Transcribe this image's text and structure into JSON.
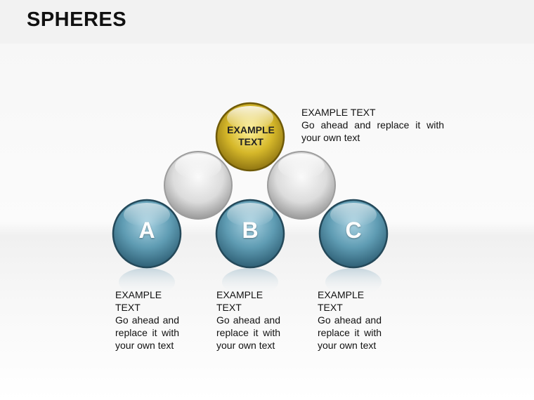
{
  "title": "SPHERES",
  "top_sphere": {
    "label": "EXAMPLE TEXT",
    "caption_heading": "EXAMPLE TEXT",
    "caption_body": "Go ahead and replace it with your own text"
  },
  "spheres": [
    {
      "letter": "A",
      "heading": "EXAMPLE TEXT",
      "body": "Go ahead and replace it with your own text"
    },
    {
      "letter": "B",
      "heading": "EXAMPLE TEXT",
      "body": "Go ahead and replace it with your own text"
    },
    {
      "letter": "C",
      "heading": "EXAMPLE TEXT",
      "body": "Go ahead and replace it with your own text"
    }
  ],
  "colors": {
    "gold": "#d4b52a",
    "silver": "#d8d8d8",
    "teal": "#4f8aa1"
  }
}
